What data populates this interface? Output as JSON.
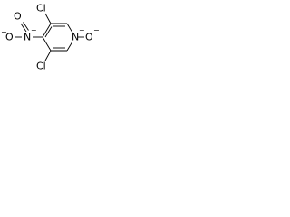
{
  "molecule": {
    "atoms": {
      "cl_top": "Cl",
      "cl_bottom": "Cl",
      "nitro_n": "N",
      "nitro_o_up": "O",
      "nitro_o_left": "O",
      "ring_n": "N",
      "oxide_o": "O"
    },
    "charges": {
      "nitro_n": "+",
      "nitro_o_left": "−",
      "ring_n": "+",
      "oxide_o": "−"
    }
  }
}
